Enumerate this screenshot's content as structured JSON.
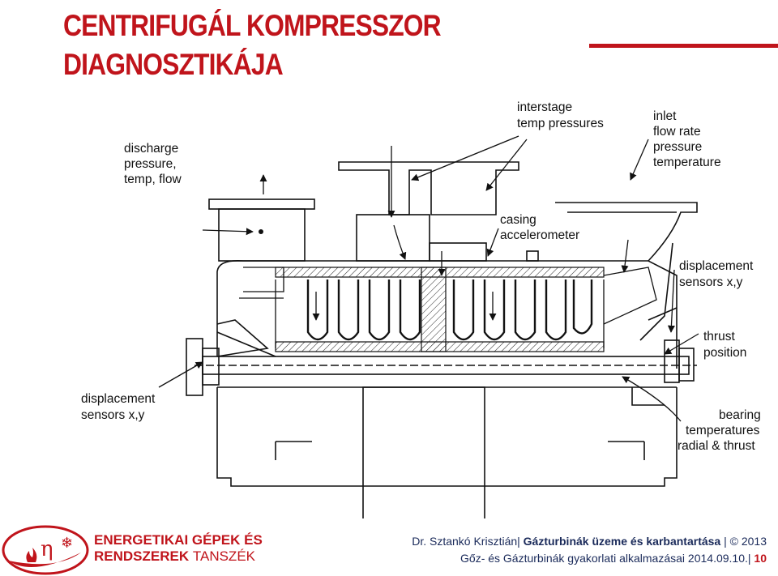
{
  "title": {
    "line1": "CENTRIFUGÁL KOMPRESSZOR",
    "line2": "DIAGNOSZTIKÁJA"
  },
  "labels": {
    "discharge": [
      "discharge",
      "pressure,",
      "temp, flow"
    ],
    "interstage": [
      "interstage",
      "temp pressures"
    ],
    "inlet": [
      "inlet",
      "flow rate",
      "pressure",
      "temperature"
    ],
    "casing": [
      "casing",
      "accelerometer"
    ],
    "displacement_right": [
      "displacement",
      "sensors x,y"
    ],
    "thrust": [
      "thrust",
      "position"
    ],
    "displacement_left": [
      "displacement",
      "sensors x,y"
    ],
    "bearing": [
      "bearing",
      "temperatures",
      "radial & thrust"
    ]
  },
  "footer": {
    "dept_line1": "ENERGETIKAI GÉPEK ÉS",
    "dept_line2a": "RENDSZEREK",
    "dept_line2b": "TANSZÉK",
    "author": "Dr. Sztankó Krisztián|",
    "course": "Gázturbinák üzeme és karbantartása",
    "copyright": "|  © 2013",
    "subtitle": "Gőz- és Gázturbinák gyakorlati alkalmazásai",
    "date": "2014.09.10.|",
    "page": "10"
  },
  "colors": {
    "accent": "#c0141b",
    "footer_text": "#1a2a5a"
  }
}
